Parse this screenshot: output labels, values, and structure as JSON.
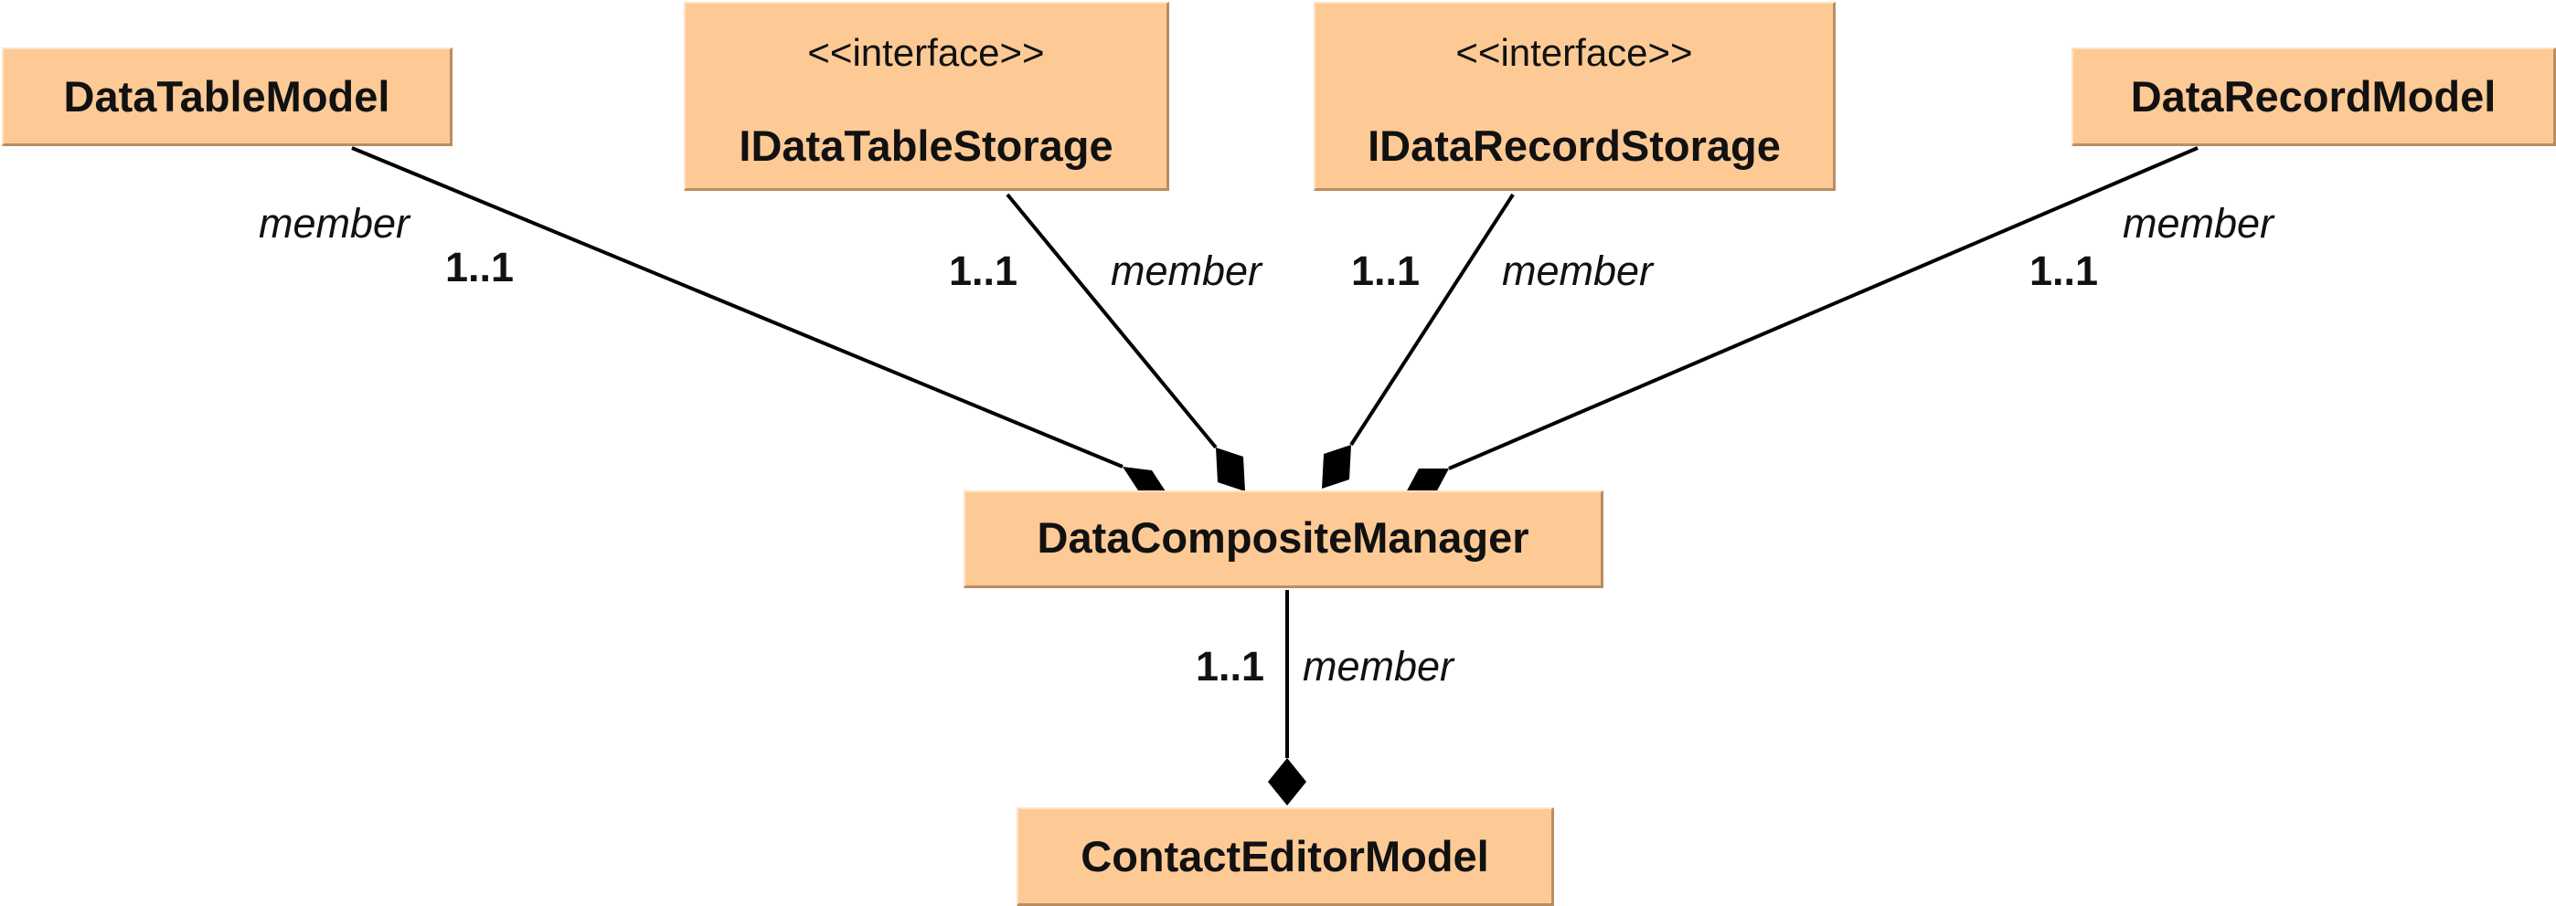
{
  "classes": {
    "data_table_model": {
      "name": "DataTableModel"
    },
    "idata_table_storage": {
      "stereotype": "<<interface>>",
      "name": "IDataTableStorage"
    },
    "idata_record_storage": {
      "stereotype": "<<interface>>",
      "name": "IDataRecordStorage"
    },
    "data_record_model": {
      "name": "DataRecordModel"
    },
    "data_composite_manager": {
      "name": "DataCompositeManager"
    },
    "contact_editor_model": {
      "name": "ContactEditorModel"
    }
  },
  "associations": [
    {
      "from": "data_composite_manager",
      "to": "data_table_model",
      "role": "member",
      "multiplicity": "1..1",
      "kind": "composition"
    },
    {
      "from": "data_composite_manager",
      "to": "idata_table_storage",
      "role": "member",
      "multiplicity": "1..1",
      "kind": "composition"
    },
    {
      "from": "data_composite_manager",
      "to": "idata_record_storage",
      "role": "member",
      "multiplicity": "1..1",
      "kind": "composition"
    },
    {
      "from": "data_composite_manager",
      "to": "data_record_model",
      "role": "member",
      "multiplicity": "1..1",
      "kind": "composition"
    },
    {
      "from": "contact_editor_model",
      "to": "data_composite_manager",
      "role": "member",
      "multiplicity": "1..1",
      "kind": "composition"
    }
  ],
  "colors": {
    "class_fill": "#fdca96",
    "class_shadow": "#b98d62",
    "class_highlight": "#fde3c6",
    "line": "#000000",
    "text": "#111111"
  }
}
